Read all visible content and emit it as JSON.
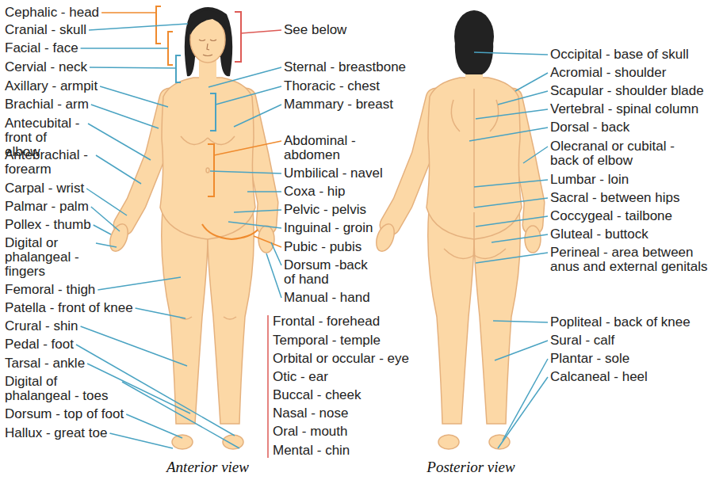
{
  "diagram": {
    "labels": [
      "Cephalic - head",
      "Cranial - skull",
      "Facial - face",
      "Cervial - neck",
      "Axillary - armpit",
      "Brachial - arm",
      "Antecubital - front of elbow",
      "Antebrachial - forearm",
      "Carpal - wrist",
      "Palmar - palm",
      "Pollex - thumb",
      "Digital or phalangeal - fingers",
      "Femoral - thigh",
      "Patella - front of knee",
      "Crural - shin",
      "Pedal - foot",
      "Tarsal - ankle",
      "Digital of phalangeal - toes",
      "Dorsum - top of foot",
      "Hallux - great toe",
      "See below",
      "Sternal - breastbone",
      "Thoracic - chest",
      "Mammary - breast",
      "Abdominal - abdomen",
      "Umbilical - navel",
      "Coxa - hip",
      "Pelvic - pelvis",
      "Inguinal - groin",
      "Pubic - pubis",
      "Dorsum -back of hand",
      "Manual - hand",
      "Frontal - forehead",
      "Temporal - temple",
      "Orbital or occular - eye",
      "Otic - ear",
      "Buccal - cheek",
      "Nasal - nose",
      "Oral - mouth",
      "Mental - chin",
      "Occipital - base of skull",
      "Acromial - shoulder",
      "Scapular - shoulder blade",
      "Vertebral - spinal column",
      "Dorsal - back",
      "Olecranal or cubital - back of elbow",
      "Lumbar - loin",
      "Sacral - between hips",
      "Coccygeal - tailbone",
      "Gluteal - buttock",
      "Perineal - area between anus and external genitals",
      "Popliteal - back of knee",
      "Sural - calf",
      "Plantar - sole",
      "Calcaneal - heel",
      "Anterior view",
      "Posterior view"
    ]
  }
}
